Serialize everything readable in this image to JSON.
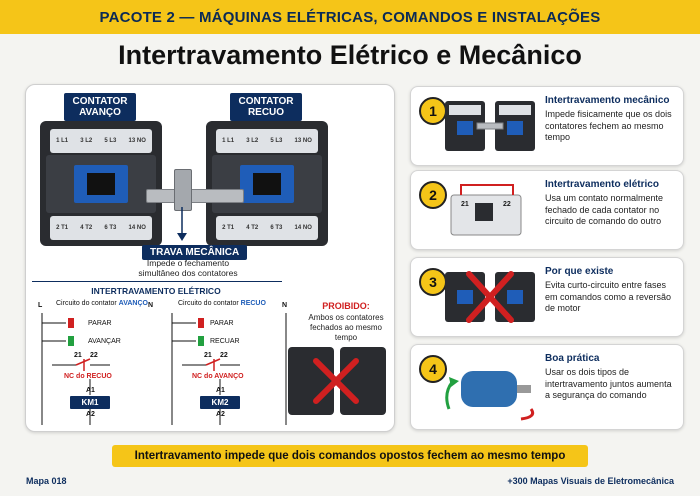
{
  "header": {
    "banner": "PACOTE 2 — MÁQUINAS ELÉTRICAS, COMANDOS E INSTALAÇÕES",
    "title": "Intertravamento Elétrico e Mecânico"
  },
  "left_panel": {
    "contactor_left": {
      "tag": "CONTATOR AVANÇO",
      "top_terminals": [
        "1 L1",
        "3 L2",
        "5 L3",
        "13 NO"
      ],
      "bottom_terminals": [
        "2 T1",
        "4 T2",
        "6 T3",
        "14 NO"
      ]
    },
    "contactor_right": {
      "tag": "CONTATOR RECUO",
      "top_terminals": [
        "1 L1",
        "3 L2",
        "5 L3",
        "13 NO"
      ],
      "bottom_terminals": [
        "2 T1",
        "4 T2",
        "6 T3",
        "14 NO"
      ]
    },
    "trava": {
      "label": "TRAVA MECÂNICA",
      "desc": "Impede o fechamento simultâneo dos contatores"
    },
    "electrical": {
      "title": "INTERTRAVAMENTO ELÉTRICO",
      "circuit_a": {
        "caption_prefix": "Circuito do contator ",
        "caption_emph": "AVANÇO",
        "line_l": "L",
        "stop": "PARAR",
        "start": "AVANÇAR",
        "nc_num_a": "21",
        "nc_num_b": "22",
        "nc_label": "NC do RECUO",
        "coil_top": "A1",
        "coil": "KM1",
        "coil_bot": "A2"
      },
      "circuit_b": {
        "caption_prefix": "Circuito do contator ",
        "caption_emph": "RECUO",
        "line_n": "N",
        "stop": "PARAR",
        "start": "RECUAR",
        "nc_num_a": "21",
        "nc_num_b": "22",
        "nc_label": "NC do AVANÇO",
        "coil_top": "A1",
        "coil": "KM2",
        "coil_bot": "A2",
        "line_n2": "N"
      }
    },
    "forbidden": {
      "title": "PROIBIDO:",
      "desc": "Ambos os contatores fechados ao mesmo tempo"
    }
  },
  "cards": [
    {
      "num": "1",
      "title": "Intertravamento mecânico",
      "desc": "Impede fisicamente que os dois contatores fechem ao mesmo tempo"
    },
    {
      "num": "2",
      "title": "Intertravamento elétrico",
      "desc": "Usa um contato normalmente fechado de cada contator no circuito de comando do outro",
      "thumb_a": "21",
      "thumb_b": "22"
    },
    {
      "num": "3",
      "title": "Por que existe",
      "desc": "Evita curto-circuito entre fases em comandos como a reversão de motor"
    },
    {
      "num": "4",
      "title": "Boa prática",
      "desc": "Usar os dois tipos de intertravamento juntos aumenta a segurança do comando"
    }
  ],
  "bottom_banner": "Intertravamento impede que dois comandos opostos fechem ao mesmo tempo",
  "footer": {
    "left": "Mapa 018",
    "right": "+300 Mapas Visuais de Eletromecânica"
  },
  "colors": {
    "accent": "#f5c518",
    "navy": "#0d2d5e",
    "alert": "#d02020",
    "contact_blue": "#1f5db8"
  }
}
